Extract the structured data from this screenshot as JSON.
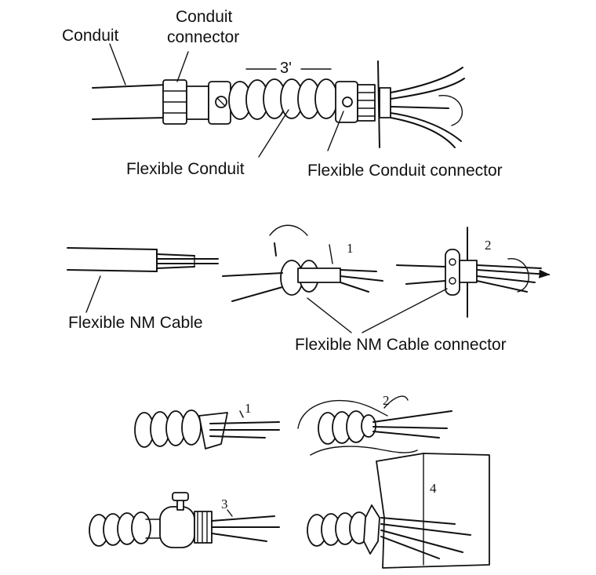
{
  "figure": {
    "top": {
      "label_conduit": "Conduit",
      "label_conduit_connector_line1": "Conduit",
      "label_conduit_connector_line2": "connector",
      "label_dimension": "3'",
      "label_flexible_conduit": "Flexible Conduit",
      "label_flexible_conduit_connector": "Flexible Conduit connector"
    },
    "middle": {
      "label_flexible_nm_cable": "Flexible NM Cable",
      "step_1": "1",
      "step_2": "2",
      "label_flexible_nm_cable_connector": "Flexible NM Cable connector"
    },
    "bottom": {
      "step_1": "1",
      "step_2": "2",
      "step_3": "3",
      "step_4": "4"
    }
  }
}
